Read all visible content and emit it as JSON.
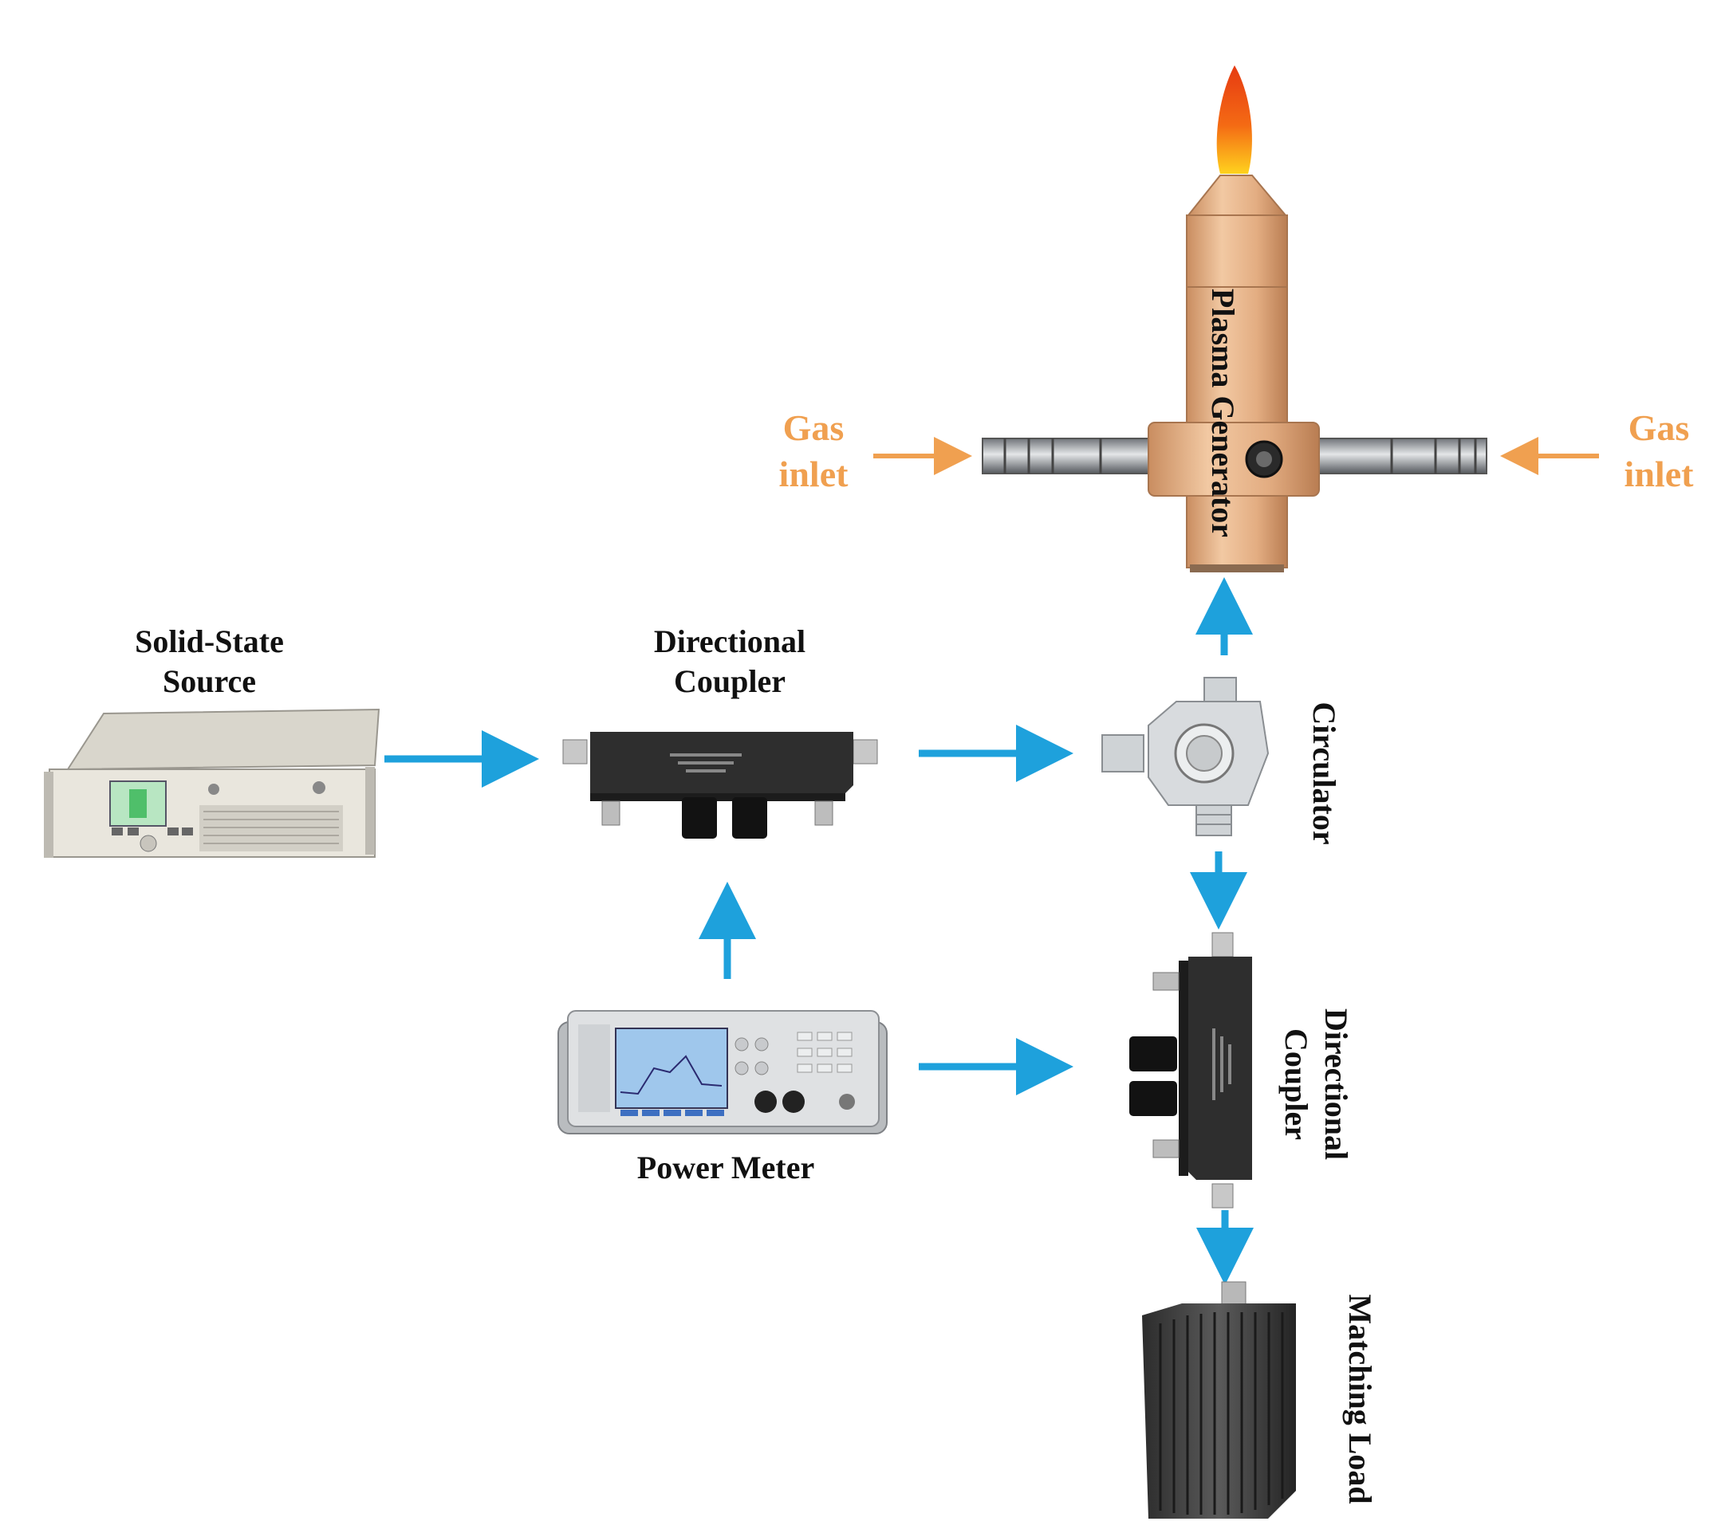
{
  "labels": {
    "solid_state_source": [
      "Solid-State",
      "Source"
    ],
    "directional_coupler_top": [
      "Directional",
      "Coupler"
    ],
    "circulator": "Circulator",
    "directional_coupler_right": [
      "Directional",
      "Coupler"
    ],
    "power_meter": "Power Meter",
    "matching_load": "Matching Load",
    "plasma_generator": "Plasma Generator",
    "gas_inlet_left": [
      "Gas",
      "inlet"
    ],
    "gas_inlet_right": [
      "Gas",
      "inlet"
    ]
  },
  "colors": {
    "flow_arrow": "#1ea1dc",
    "gas_arrow": "#f0a050",
    "gas_label": "#f0a050",
    "generator_body": "#e8b48a",
    "flame_outer": "#e63a12",
    "flame_inner": "#ffd21e"
  }
}
